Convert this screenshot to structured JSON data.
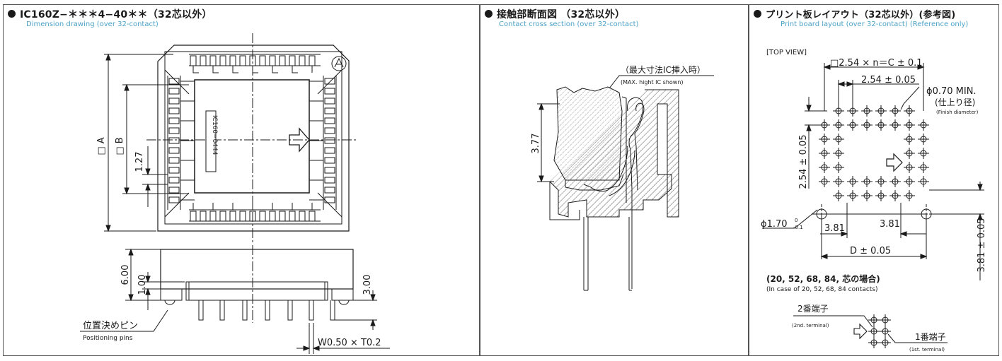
{
  "panel1": {
    "title": "IC160Z−＊＊＊4−40＊＊（32芯以外）",
    "subtitle": "Dimension drawing (over 32-contact)",
    "dims": {
      "a": "□ A",
      "b": "□ B",
      "pitch": "1.27",
      "h1": "6.00",
      "h2": "1.00",
      "h3": "3.00",
      "pin_size": "W0.50 × T0.2"
    },
    "chip_label": "IC160−0444",
    "positioning_pins": "位置決めピン",
    "positioning_pins_en": "Positioning pins"
  },
  "panel2": {
    "title": "接触部断面図 （32芯以外）",
    "subtitle": "Contact cross section (over 32-contact)",
    "max_ic": "（最大寸法IC挿入時）",
    "max_ic_en": "(MAX. hight IC shown)",
    "dim": "3.77"
  },
  "panel3": {
    "title": "プリント板レイアウト（32芯以外）(参考図)",
    "subtitle": "Print board layout (over 32-contact) (Reference only)",
    "top_view": "[TOP VIEW]",
    "dims": {
      "outer": "□2.54 × n＝C ± 0.1",
      "pitch": "2.54 ± 0.05",
      "hole": "ϕ0.70 MIN.",
      "finish": "(仕上り径)",
      "finish_en": "(Finish diameter)",
      "vpitch": "2.54 ± 0.05",
      "guide": "ϕ1.70",
      "guide_tol_up": "0",
      "guide_tol_dn": "-0.1",
      "off_a": "3.81",
      "off_b": "3.81",
      "d": "D ± 0.05",
      "voff": "3.81 ± 0.05"
    },
    "cases": "(20, 52, 68, 84, 芯の場合)",
    "cases_en": "(In case of 20, 52, 68, 84 contacts)",
    "t2": "2番端子",
    "t2_en": "(2nd. terminal)",
    "t1": "1番端子",
    "t1_en": "(1st. terminal)"
  },
  "colors": {
    "line": "#1a1a1a",
    "subtitle": "#4aa2c8",
    "hatch": "#333333"
  }
}
